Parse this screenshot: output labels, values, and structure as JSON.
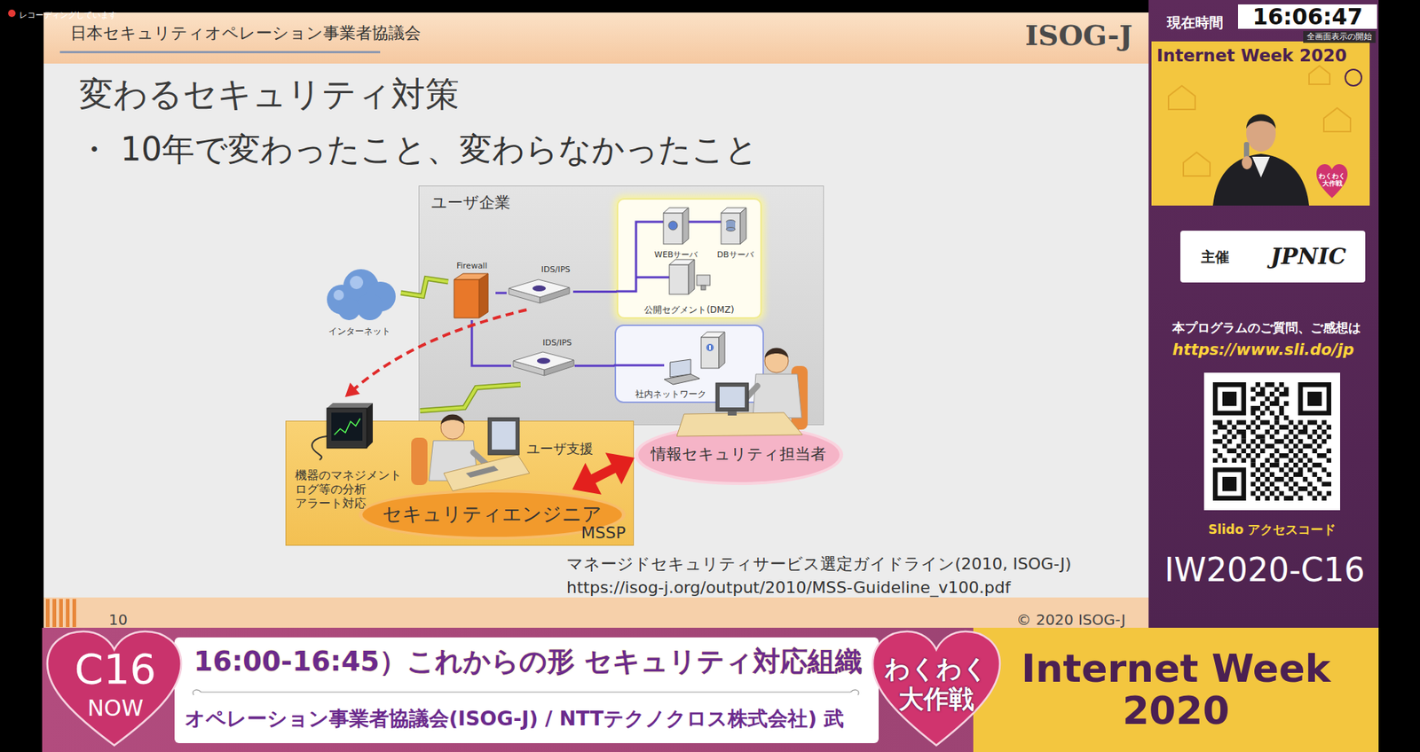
{
  "diagram": {
    "title": "変わるセキュリティ対策",
    "nodes": [
      {
        "text": [
          "ユーザ企業"
        ]
      },
      {
        "text": [
          "公開セグメント(DMZ)"
        ],
        "in": 0
      },
      {
        "text": [
          "WEBサーバ"
        ],
        "in": 1
      },
      {
        "text": [
          "DBサーバ"
        ],
        "in": 1
      },
      {
        "text": [
          "Firewall"
        ],
        "in": 0
      },
      {
        "text": [
          "IDS/IPS"
        ],
        "in": 0
      },
      {
        "text": [
          "IDS/IPS"
        ],
        "in": 0
      },
      {
        "text": [
          "社内ネットワーク"
        ],
        "in": 0
      },
      {
        "text": [
          "インターネット"
        ]
      },
      {
        "text": [
          "情報セキュリティ担当者"
        ]
      },
      {
        "text": [
          "MSSP"
        ]
      },
      {
        "text": [
          "機器のマネジメント ログ等の分析 アラート対応"
        ],
        "in": 10
      },
      {
        "text": [
          "セキュリティエンジニア"
        ],
        "in": 10
      }
    ],
    "edges": [
      {
        "from": 8,
        "to": 4,
        "arrow": "none"
      },
      {
        "from": 4,
        "to": 5,
        "arrow": "none"
      },
      {
        "from": 5,
        "to": 1,
        "arrow": "none"
      },
      {
        "from": 4,
        "to": 6,
        "arrow": "none"
      },
      {
        "from": 6,
        "to": 7,
        "arrow": "none"
      },
      {
        "from": 5,
        "to": 11,
        "arrow": "to"
      },
      {
        "from": 6,
        "to": 11,
        "arrow": "none"
      },
      {
        "from": 12,
        "to": 9,
        "label": "ユーザ支援",
        "arrow": "both"
      }
    ],
    "labels": [
      "レコーディングしています",
      "日本セキュリティオペレーション事業者協議会",
      "ISOG-J",
      "・ 10年で変わったこと、変わらなかったこと",
      "マネージドセキュリティサービス選定ガイドライン(2010, ISOG-J)",
      "https://isog-j.org/output/2010/MSS-Guideline_v100.pdf",
      "10",
      "© 2020 ISOG-J",
      "現在時間",
      "16:06:47",
      "全画面表示の開始",
      "Internet Week 2020",
      "わくわく 大作戦",
      "主催",
      "JPNIC",
      "本プログラムのご質問、ご感想は",
      "https://www.sli.do/jp",
      "Slido アクセスコード",
      "IW2020-C16",
      "C16",
      "NOW",
      "16:00-16:45）これからの形 セキュリティ対応組織",
      "オペレーション事業者協議会(ISOG-J) / NTTテクノクロス株式会社) 武",
      "わくわく 大作戦",
      "Internet Week 2020"
    ]
  }
}
